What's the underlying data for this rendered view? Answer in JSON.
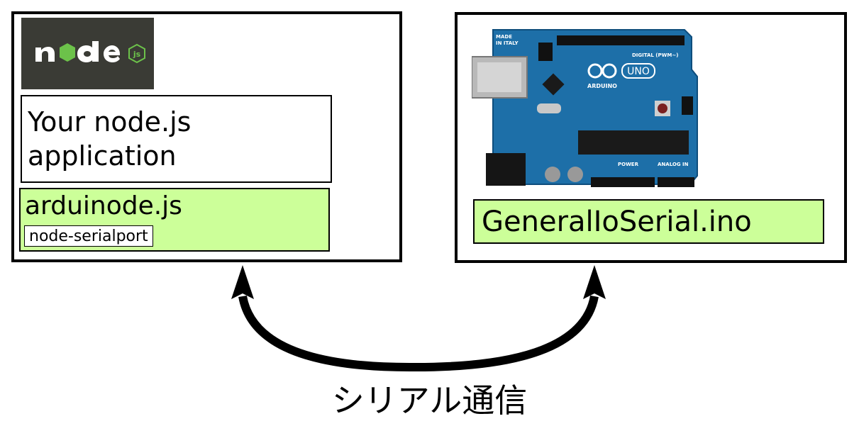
{
  "left_panel": {
    "logo": {
      "icon": "nodejs-logo-icon",
      "bg_color": "#3a3b35",
      "mark_color": "#6cc24a"
    },
    "app_box_text": "Your node.js\napplication",
    "library_title": "arduinode.js",
    "library_dependency": "node-serialport",
    "library_color": "#ccff99"
  },
  "right_panel": {
    "board": {
      "icon": "arduino-uno-board-icon",
      "board_color": "#1d6fa8"
    },
    "sketch_name": "GeneralIoSerial.ino",
    "sketch_color": "#ccff99"
  },
  "connection": {
    "icon": "bidirectional-arrow-icon"
  },
  "caption": "シリアル通信"
}
